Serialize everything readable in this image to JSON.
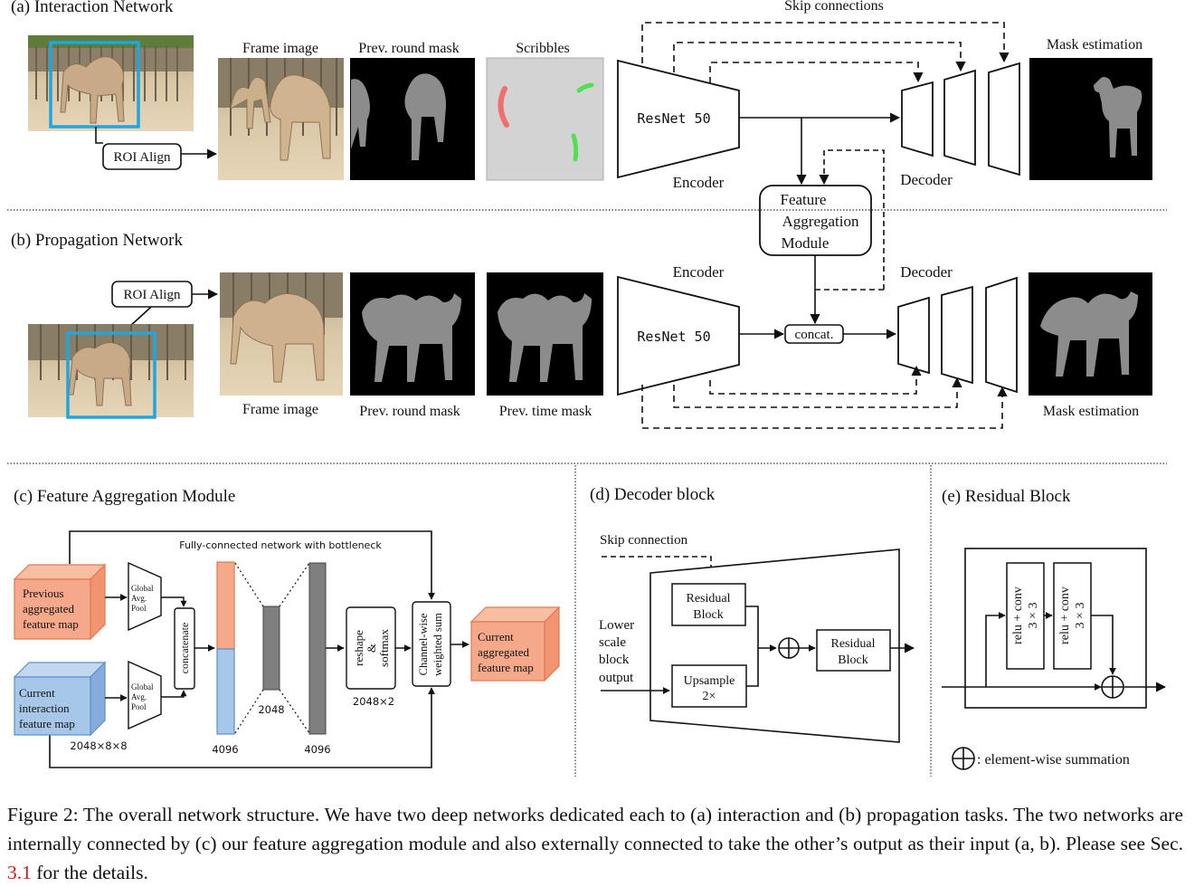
{
  "interaction": {
    "title": "(a) Interaction Network",
    "roi_align": "ROI Align",
    "frame_image": "Frame image",
    "prev_round_mask": "Prev. round mask",
    "scribbles": "Scribbles",
    "resnet": "ResNet 50",
    "encoder": "Encoder",
    "decoder": "Decoder",
    "skip_connections": "Skip connections",
    "mask_estimation": "Mask estimation"
  },
  "fam_box": {
    "line1": "Feature",
    "line2": "Aggregation",
    "line3": "Module"
  },
  "propagation": {
    "title": "(b) Propagation Network",
    "roi_align": "ROI Align",
    "frame_image": "Frame image",
    "prev_round_mask": "Prev. round mask",
    "prev_time_mask": "Prev. time mask",
    "resnet": "ResNet 50",
    "encoder": "Encoder",
    "decoder": "Decoder",
    "concat": "concat.",
    "mask_estimation": "Mask estimation"
  },
  "fam": {
    "title": "(c) Feature Aggregation Module",
    "fc_label": "Fully-connected network with bottleneck",
    "prev_map": [
      "Previous",
      "aggregated",
      "feature map"
    ],
    "curr_map": [
      "Current",
      "interaction",
      "feature map"
    ],
    "pool": [
      "Global",
      "Avg.",
      "Pool"
    ],
    "concatenate": "concatenate",
    "dim_input": "2048×8×8",
    "dim_4096a": "4096",
    "dim_2048": "2048",
    "dim_4096b": "4096",
    "reshape": [
      "reshape",
      "&",
      "softmax"
    ],
    "dim_2048x2": "2048×2",
    "weighted_sum": [
      "Channel-wise",
      "weighted sum"
    ],
    "out_map": [
      "Current",
      "aggregated",
      "feature map"
    ]
  },
  "decoder_block": {
    "title": "(d) Decoder block",
    "skip": "Skip connection",
    "lower": [
      "Lower",
      "scale",
      "block",
      "output"
    ],
    "residual1": [
      "Residual",
      "Block"
    ],
    "upsample": [
      "Upsample",
      "2×"
    ],
    "residual2": [
      "Residual",
      "Block"
    ]
  },
  "residual_block": {
    "title": "(e) Residual Block",
    "conv": [
      "relu + conv",
      "3 × 3"
    ],
    "legend": ": element-wise summation"
  },
  "caption": {
    "text1": "Figure 2: The overall network structure. We have two deep networks dedicated each to (a) interaction and (b) propagation tasks. The two networks are internally connected by (c) our feature aggregation module and also externally connected to take the other’s output as their input (a, b). Please see Sec. ",
    "ref": "3.1",
    "text2": " for the details."
  },
  "colors": {
    "roi_box": "#1fa6e0",
    "prev_map_fill": "#f5a98a",
    "prev_map_stroke": "#e07a50",
    "curr_map_fill": "#a7c7e9",
    "curr_map_stroke": "#5b8ecc",
    "bar_gray": "#7f7f7f",
    "mask_gray": "#8c8c8c",
    "scribble_red": "#ef6e70",
    "scribble_green": "#52e052",
    "ref_red": "#d9141a"
  }
}
